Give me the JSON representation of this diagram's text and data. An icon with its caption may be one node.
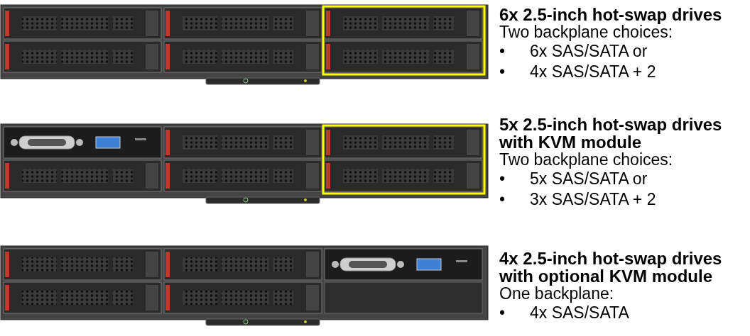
{
  "diagram": {
    "labels": [
      "6x 2.5-inch hot-swap drives",
      "Two backplane choices:",
      "•",
      "6x SAS/SATA or",
      "•",
      "4x SAS/SATA + 2",
      "5x 2.5-inch hot-swap drives with KVM module",
      "Two backplane choices:",
      "•",
      "5x SAS/SATA or",
      "•",
      "3x SAS/SATA + 2",
      "4x 2.5-inch hot-swap drives with optional KVM module",
      "One backplane:",
      "•",
      "4x SAS/SATA"
    ]
  }
}
